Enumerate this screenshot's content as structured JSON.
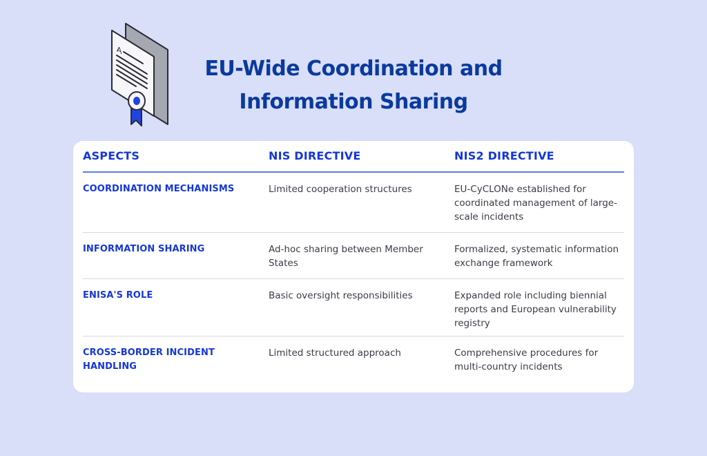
{
  "header": {
    "title_line1": "EU-Wide Coordination and",
    "title_line2": "Information Sharing",
    "icon": "certificate-document-icon"
  },
  "colors": {
    "background": "#d9def9",
    "title": "#0a3a9e",
    "accent": "#1537d8",
    "card": "#ffffff"
  },
  "table": {
    "headers": [
      "ASPECTS",
      "NIS DIRECTIVE",
      "NIS2 DIRECTIVE"
    ],
    "rows": [
      {
        "aspect": "COORDINATION MECHANISMS",
        "nis": "Limited cooperation structures",
        "nis2": "EU-CyCLONe established for coordinated management of large-scale incidents"
      },
      {
        "aspect": "INFORMATION SHARING",
        "nis": "Ad-hoc sharing between Member States",
        "nis2": "Formalized, systematic information exchange framework"
      },
      {
        "aspect": "ENISA'S ROLE",
        "nis": "Basic oversight responsibilities",
        "nis2": "Expanded role including biennial reports and European vulnerability registry"
      },
      {
        "aspect": "CROSS-BORDER INCIDENT HANDLING",
        "nis": "Limited structured approach",
        "nis2": "Comprehensive procedures for multi-country incidents"
      }
    ]
  }
}
